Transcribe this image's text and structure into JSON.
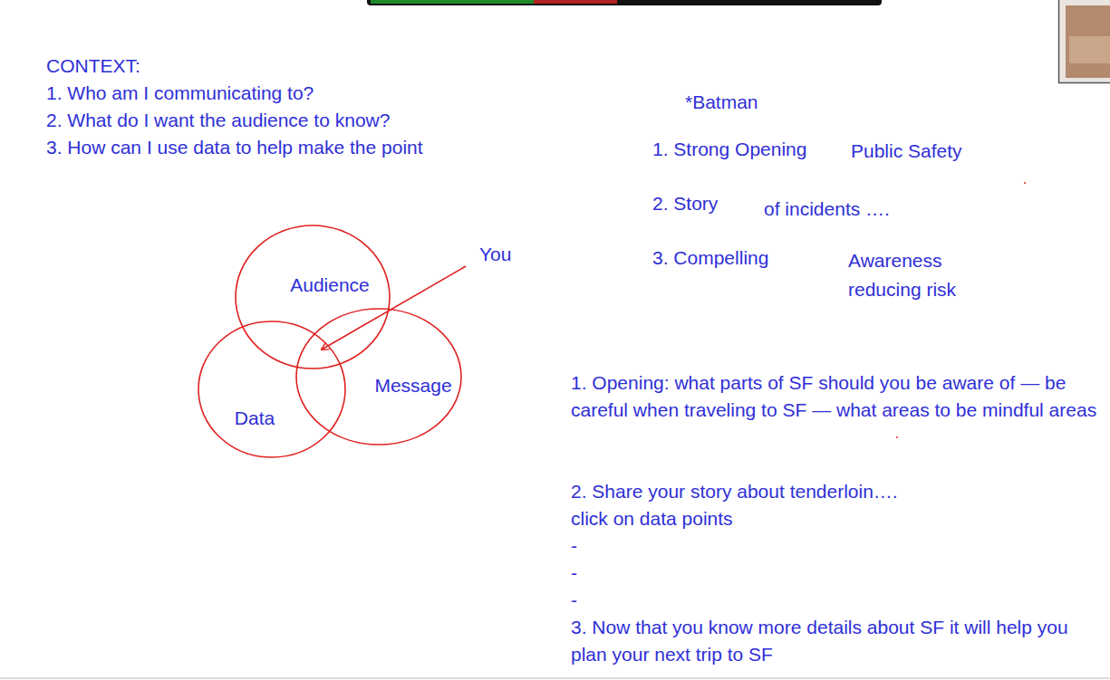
{
  "diagram": {
    "nodes": [
      {
        "text": [
          "Audience"
        ]
      },
      {
        "text": [
          "Data"
        ]
      },
      {
        "text": [
          "Message"
        ]
      }
    ],
    "labels": [
      "CONTEXT:",
      "1. Who am I communicating to?",
      "2. What do I want the audience to know?",
      "3. How can I use data to help make the point",
      "You",
      "*Batman",
      "1. Strong Opening",
      "Public Safety",
      "2. Story",
      "of incidents ….",
      "3. Compelling",
      "Awareness reducing risk",
      "1. Opening: what parts of SF should you be aware of — be careful when traveling to SF — what areas to be mindful areas",
      "2. Share your story about tenderloin….",
      "click on data points",
      "-",
      "-",
      "-",
      "3. Now that you know more details about SF it will help you plan your next trip to SF"
    ]
  }
}
